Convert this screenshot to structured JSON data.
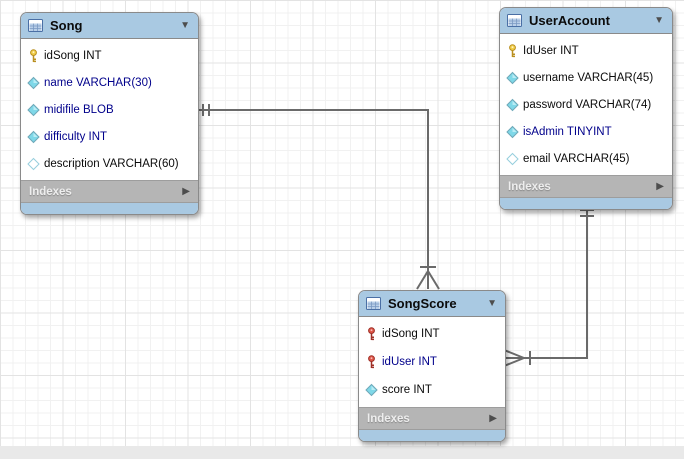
{
  "tables": [
    {
      "name": "Song",
      "collapse_icon": "▼",
      "indexes_label": "Indexes",
      "expand_icon": "▶",
      "columns": [
        {
          "icon": "key-yellow",
          "text": "idSong INT",
          "color": "black"
        },
        {
          "icon": "diamond-filled",
          "text": "name VARCHAR(30)",
          "color": "navy"
        },
        {
          "icon": "diamond-filled",
          "text": "midifile BLOB",
          "color": "navy"
        },
        {
          "icon": "diamond-filled",
          "text": "difficulty INT",
          "color": "navy"
        },
        {
          "icon": "diamond-hollow",
          "text": "description VARCHAR(60)",
          "color": "black"
        }
      ]
    },
    {
      "name": "UserAccount",
      "collapse_icon": "▼",
      "indexes_label": "Indexes",
      "expand_icon": "▶",
      "columns": [
        {
          "icon": "key-yellow",
          "text": "IdUser INT",
          "color": "black"
        },
        {
          "icon": "diamond-filled",
          "text": "username VARCHAR(45)",
          "color": "black"
        },
        {
          "icon": "diamond-filled",
          "text": "password VARCHAR(74)",
          "color": "black"
        },
        {
          "icon": "diamond-filled",
          "text": "isAdmin TINYINT",
          "color": "navy"
        },
        {
          "icon": "diamond-hollow",
          "text": "email VARCHAR(45)",
          "color": "black"
        }
      ]
    },
    {
      "name": "SongScore",
      "collapse_icon": "▼",
      "indexes_label": "Indexes",
      "expand_icon": "▶",
      "columns": [
        {
          "icon": "key-red",
          "text": "idSong INT",
          "color": "black"
        },
        {
          "icon": "key-red",
          "text": "idUser INT",
          "color": "navy"
        },
        {
          "icon": "diamond-filled",
          "text": "score INT",
          "color": "black"
        }
      ]
    }
  ],
  "relationships": [
    {
      "from": "Song",
      "to": "SongScore",
      "cardinality": "one-to-many",
      "from_end": "one-mandatory (||)",
      "to_end": "many (crow's foot with bar)"
    },
    {
      "from": "UserAccount",
      "to": "SongScore",
      "cardinality": "one-to-many",
      "from_end": "one-mandatory (=)",
      "to_end": "many (crow's foot with bar)"
    }
  ],
  "colors": {
    "table_header": "#a9c9e2",
    "indexes_bar": "#b5b5b5",
    "connector": "#6a6a6a",
    "navy_column_text": "#00008b",
    "black_column_text": "#0b0b0b",
    "primary_key_icon": "#f2cf4a",
    "foreign_key_icon": "#e0574a",
    "notnull_diamond": "#7fd8e8",
    "grid_minor": "#f1f1f1",
    "grid_major": "#e3e3e3"
  }
}
